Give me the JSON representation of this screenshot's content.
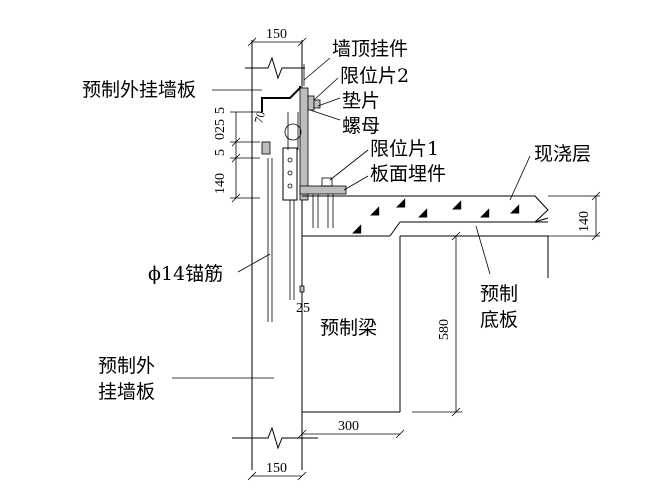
{
  "labels": {
    "wall_panel_top": "预制外挂墙板",
    "wall_top_hanger": "墙顶挂件",
    "limit_plate_2": "限位片2",
    "washer": "垫片",
    "nut": "螺母",
    "limit_plate_1": "限位片1",
    "embedded_part": "板面埋件",
    "cast_layer": "现浇层",
    "anchor_bar": "ϕ14锚筋",
    "precast_bottom_1": "预制",
    "precast_bottom_2": "底板",
    "precast_beam": "预制梁",
    "wall_panel_bottom_1": "预制外",
    "wall_panel_bottom_2": "挂墙板"
  },
  "dimensions": {
    "top_width": "150",
    "bottom_width": "150",
    "left_140": "140",
    "left_5a": "5",
    "left_025": "025",
    "left_5b": "5",
    "left_70": "70",
    "right_140": "140",
    "gap_25": "25",
    "beam_580": "580",
    "beam_300": "300"
  }
}
